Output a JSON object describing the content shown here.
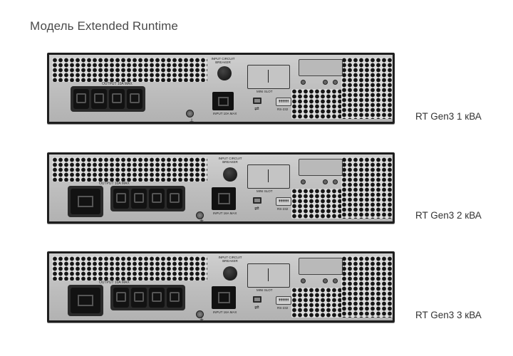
{
  "page": {
    "title": "Модель Extended Runtime"
  },
  "models": [
    {
      "label": "RT Gen3 1 кВА",
      "output_label": "OUTPUT 10A MAX",
      "input_label": "INPUT 10A MAX",
      "breaker_label": "INPUT CIRCUIT BREAKER",
      "slot_label": "MINI SLOT",
      "serial_label": "RS-232"
    },
    {
      "label": "RT Gen3 2 кВА",
      "output_label": "OUTPUT 10A MAX",
      "input_label": "INPUT 16A MAX",
      "breaker_label": "INPUT CIRCUIT BREAKER",
      "slot_label": "MINI SLOT",
      "serial_label": "RS-232"
    },
    {
      "label": "RT Gen3 3 кВА",
      "output_label": "OUTPUT 10A MAX",
      "input_label": "INPUT 16A MAX",
      "breaker_label": "INPUT CIRCUIT BREAKER",
      "slot_label": "MINI SLOT",
      "serial_label": "RS-232"
    }
  ],
  "icons": {
    "usb": "usb-icon",
    "ground": "ground-icon"
  }
}
